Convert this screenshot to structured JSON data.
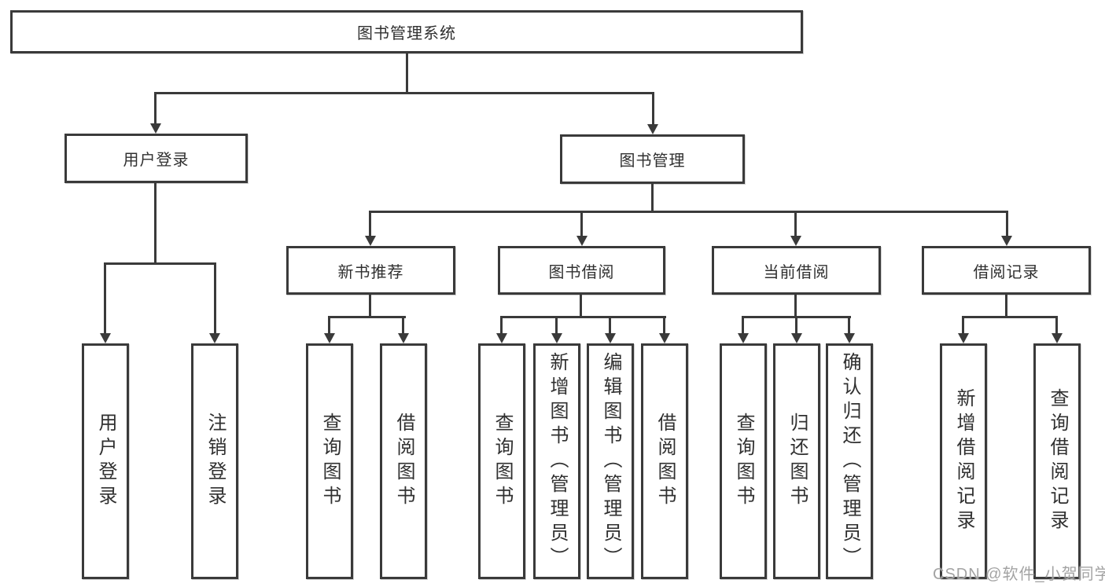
{
  "title": {
    "label": "图书管理系统"
  },
  "level2": [
    {
      "label": "用户登录"
    },
    {
      "label": "图书管理"
    }
  ],
  "level3": [
    {
      "label": "新书推荐"
    },
    {
      "label": "图书借阅"
    },
    {
      "label": "当前借阅"
    },
    {
      "label": "借阅记录"
    }
  ],
  "leaves": {
    "user_login": [
      {
        "label": "用户登录"
      },
      {
        "label": "注销登录"
      }
    ],
    "new_books": [
      {
        "label": "查询图书"
      },
      {
        "label": "借阅图书"
      }
    ],
    "book_borrow": [
      {
        "label": "查询图书"
      },
      {
        "label": "新增图书（管理员）"
      },
      {
        "label": "编辑图书（管理员）"
      },
      {
        "label": "借阅图书"
      }
    ],
    "current_borrow": [
      {
        "label": "查询图书"
      },
      {
        "label": "归还图书"
      },
      {
        "label": "确认归还（管理员）"
      }
    ],
    "borrow_records": [
      {
        "label": "新增借阅记录"
      },
      {
        "label": "查询借阅记录"
      }
    ]
  },
  "watermark": {
    "text": "CSDN @软件_小贺同学"
  },
  "colors": {
    "line": "#3a3a3a",
    "text": "#303030",
    "background": "#ffffff",
    "watermark": "#9e9e9e"
  }
}
